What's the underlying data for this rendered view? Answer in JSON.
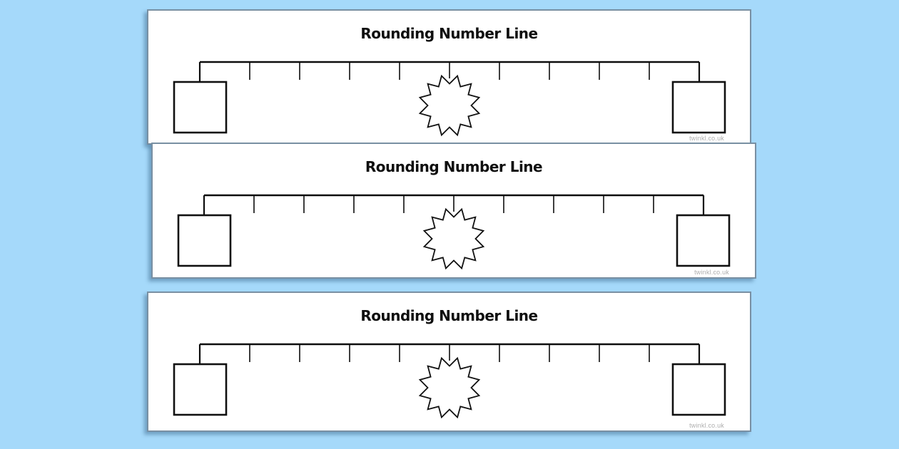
{
  "page": {
    "background_color": "#a5d9fa",
    "card_color": "#ffffff",
    "line_color": "#000000",
    "watermark_color": "#aeaeae"
  },
  "cards": [
    {
      "title": "Rounding Number Line",
      "watermark": "twinkl.co.uk"
    },
    {
      "title": "Rounding Number Line",
      "watermark": "twinkl.co.uk"
    },
    {
      "title": "Rounding Number Line",
      "watermark": "twinkl.co.uk"
    }
  ],
  "number_line": {
    "segments": 10,
    "tick_count": 11,
    "end_tick_indices": [
      0,
      10
    ],
    "midpoint_tick_index": 5,
    "answer_boxes": [
      "",
      ""
    ],
    "midpoint_marker": "12-point-star"
  }
}
